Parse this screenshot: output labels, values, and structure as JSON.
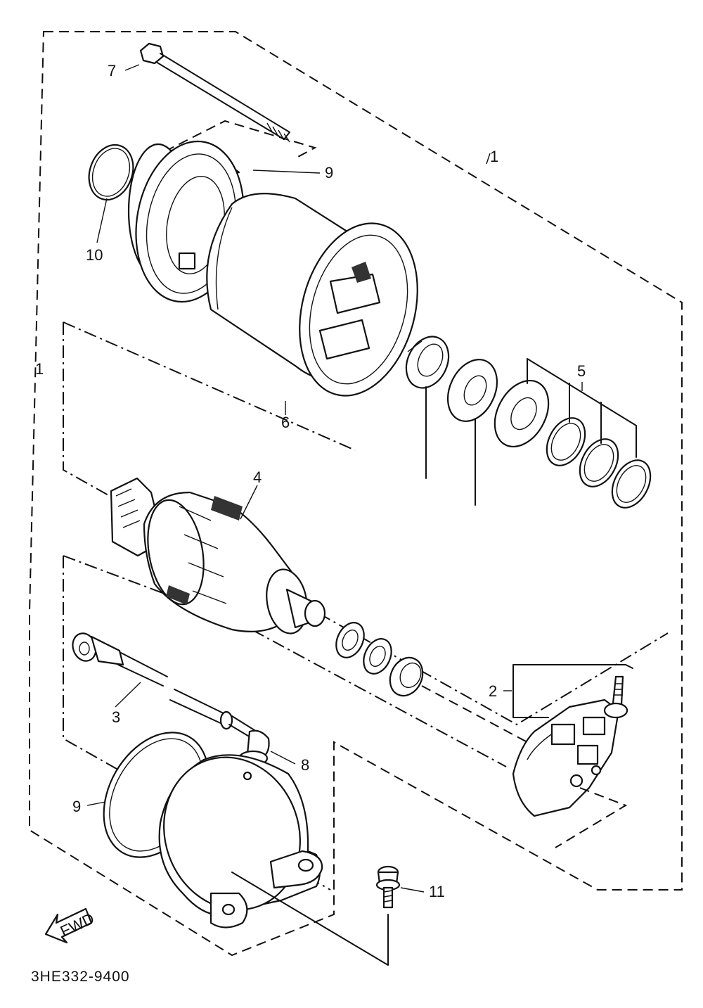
{
  "diagram": {
    "callouts": {
      "c1": "1",
      "c2": "2",
      "c3": "3",
      "c4": "4",
      "c5": "5",
      "c6": "6",
      "c7": "7",
      "c8": "8",
      "c9_top": "9",
      "c9_bottom": "9",
      "c10": "10",
      "c11": "11"
    },
    "fwd_label": "FWD",
    "part_code": "3HE332-9400"
  }
}
